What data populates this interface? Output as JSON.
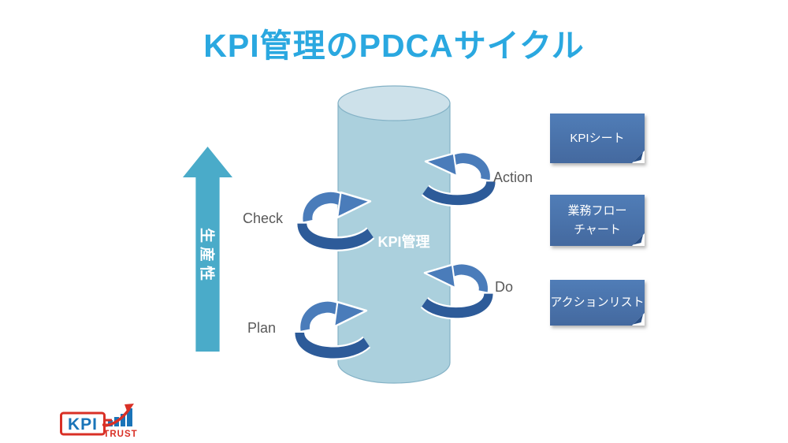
{
  "title": "KPI管理のPDCAサイクル",
  "cylinder": {
    "label": "KPI管理"
  },
  "productivity_arrow": {
    "label": "生産性"
  },
  "cycle": {
    "plan": "Plan",
    "do": "Do",
    "check": "Check",
    "action": "Action"
  },
  "notes": [
    {
      "lines": [
        "KPIシート"
      ]
    },
    {
      "lines": [
        "業務フロー",
        "チャート"
      ]
    },
    {
      "lines": [
        "アクションリスト"
      ]
    }
  ],
  "logo": {
    "kpi": "KPI",
    "trust": "TRUST"
  },
  "colors": {
    "title": "#2aa8e0",
    "cylinder_body": "#abd0dd",
    "cylinder_top": "#cde1ea",
    "cycle_arrow_light": "#4a7cba",
    "cycle_arrow_dark": "#2d5b99",
    "productivity_arrow": "#4aabc9",
    "note_background": "#4a77b0",
    "note_fold": "#2a5086",
    "label_gray": "#595959",
    "logo_blue": "#1a74b8",
    "logo_red": "#d93026"
  }
}
